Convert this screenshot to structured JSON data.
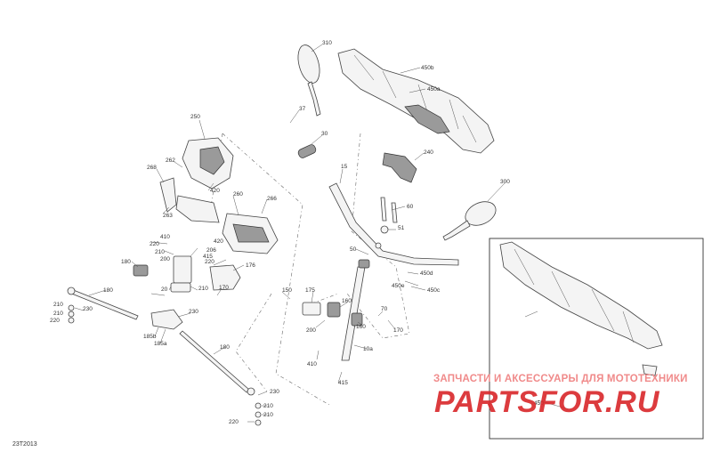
{
  "diagram": {
    "ref_code": "23T2013",
    "labels": {
      "p310": "310",
      "p450b": "450b",
      "p450a": "450a",
      "p37": "37",
      "p30": "30",
      "p240": "240",
      "p15": "15",
      "p300": "300",
      "p60": "60",
      "p51": "51",
      "p50": "50",
      "p450e": "450e",
      "p450d": "450d",
      "p450c": "450c",
      "p250": "250",
      "p262": "262",
      "p268": "268",
      "p420a": "420",
      "p263": "263",
      "p260": "260",
      "p266": "266",
      "p410a": "410",
      "p220a": "220",
      "p210a": "210",
      "p200a": "200",
      "p206": "206",
      "p420b": "420",
      "p415": "415",
      "p220b": "220",
      "p180a": "180",
      "p176": "176",
      "p20": "20",
      "p210b": "210",
      "p170a": "170",
      "p180b": "180",
      "p230a": "230",
      "p210c": "210",
      "p210d": "210",
      "p220c": "220",
      "p230b": "230",
      "p185b": "185b",
      "p185a": "185a",
      "p150": "150",
      "p175": "175",
      "p160a": "160",
      "p200b": "200",
      "p160b": "160",
      "p70": "70",
      "p170b": "170",
      "p10a": "10a",
      "p410b": "410",
      "p415b": "415",
      "p180c": "180",
      "p230c": "230",
      "p210e": "210",
      "p210f": "210",
      "p220d": "220",
      "p450inset": "450"
    }
  },
  "watermark": {
    "tagline": "ЗАПЧАСТИ И АКСЕССУАРЫ ДЛЯ МОТОТЕХНИКИ",
    "logo": "PARTSFOR.RU"
  }
}
